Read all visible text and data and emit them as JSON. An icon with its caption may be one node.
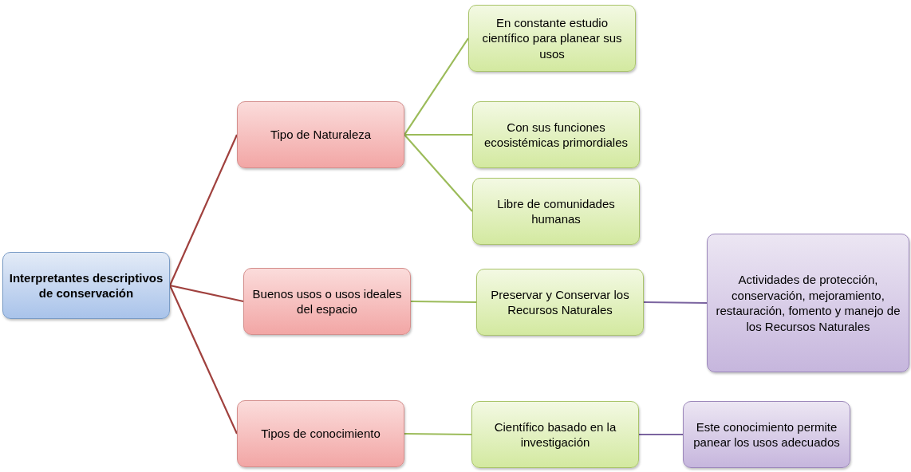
{
  "diagram": {
    "nodes": [
      {
        "text": [
          "Interpretantes descriptivos de conservación"
        ]
      },
      {
        "text": [
          "Tipo de Naturaleza"
        ]
      },
      {
        "text": [
          "Buenos usos o usos ideales del espacio"
        ]
      },
      {
        "text": [
          "Tipos de conocimiento"
        ]
      },
      {
        "text": [
          "En constante estudio científico para planear sus usos"
        ]
      },
      {
        "text": [
          "Con sus funciones ecosistémicas primordiales"
        ]
      },
      {
        "text": [
          "Libre de comunidades humanas"
        ]
      },
      {
        "text": [
          "Preservar y Conservar los Recursos Naturales"
        ]
      },
      {
        "text": [
          "Actividades de protección, conservación, mejoramiento, restauración, fomento y manejo de los Recursos Naturales"
        ]
      },
      {
        "text": [
          "Científico basado en la investigación"
        ]
      },
      {
        "text": [
          "Este conocimiento permite panear los usos adecuados"
        ]
      }
    ],
    "edges": [
      {
        "from": 0,
        "to": 1,
        "arrow": "none",
        "color": "#a0413e"
      },
      {
        "from": 0,
        "to": 2,
        "arrow": "none",
        "color": "#a0413e"
      },
      {
        "from": 0,
        "to": 3,
        "arrow": "none",
        "color": "#a0413e"
      },
      {
        "from": 1,
        "to": 4,
        "arrow": "none"
      },
      {
        "from": 1,
        "to": 5,
        "arrow": "none"
      },
      {
        "from": 1,
        "to": 6,
        "arrow": "none"
      },
      {
        "from": 2,
        "to": 7,
        "arrow": "none"
      },
      {
        "from": 3,
        "to": 9,
        "arrow": "none"
      },
      {
        "from": 7,
        "to": 8,
        "arrow": "none",
        "color": "#7b64a0"
      },
      {
        "from": 9,
        "to": 10,
        "arrow": "none",
        "color": "#7b64a0"
      }
    ]
  }
}
